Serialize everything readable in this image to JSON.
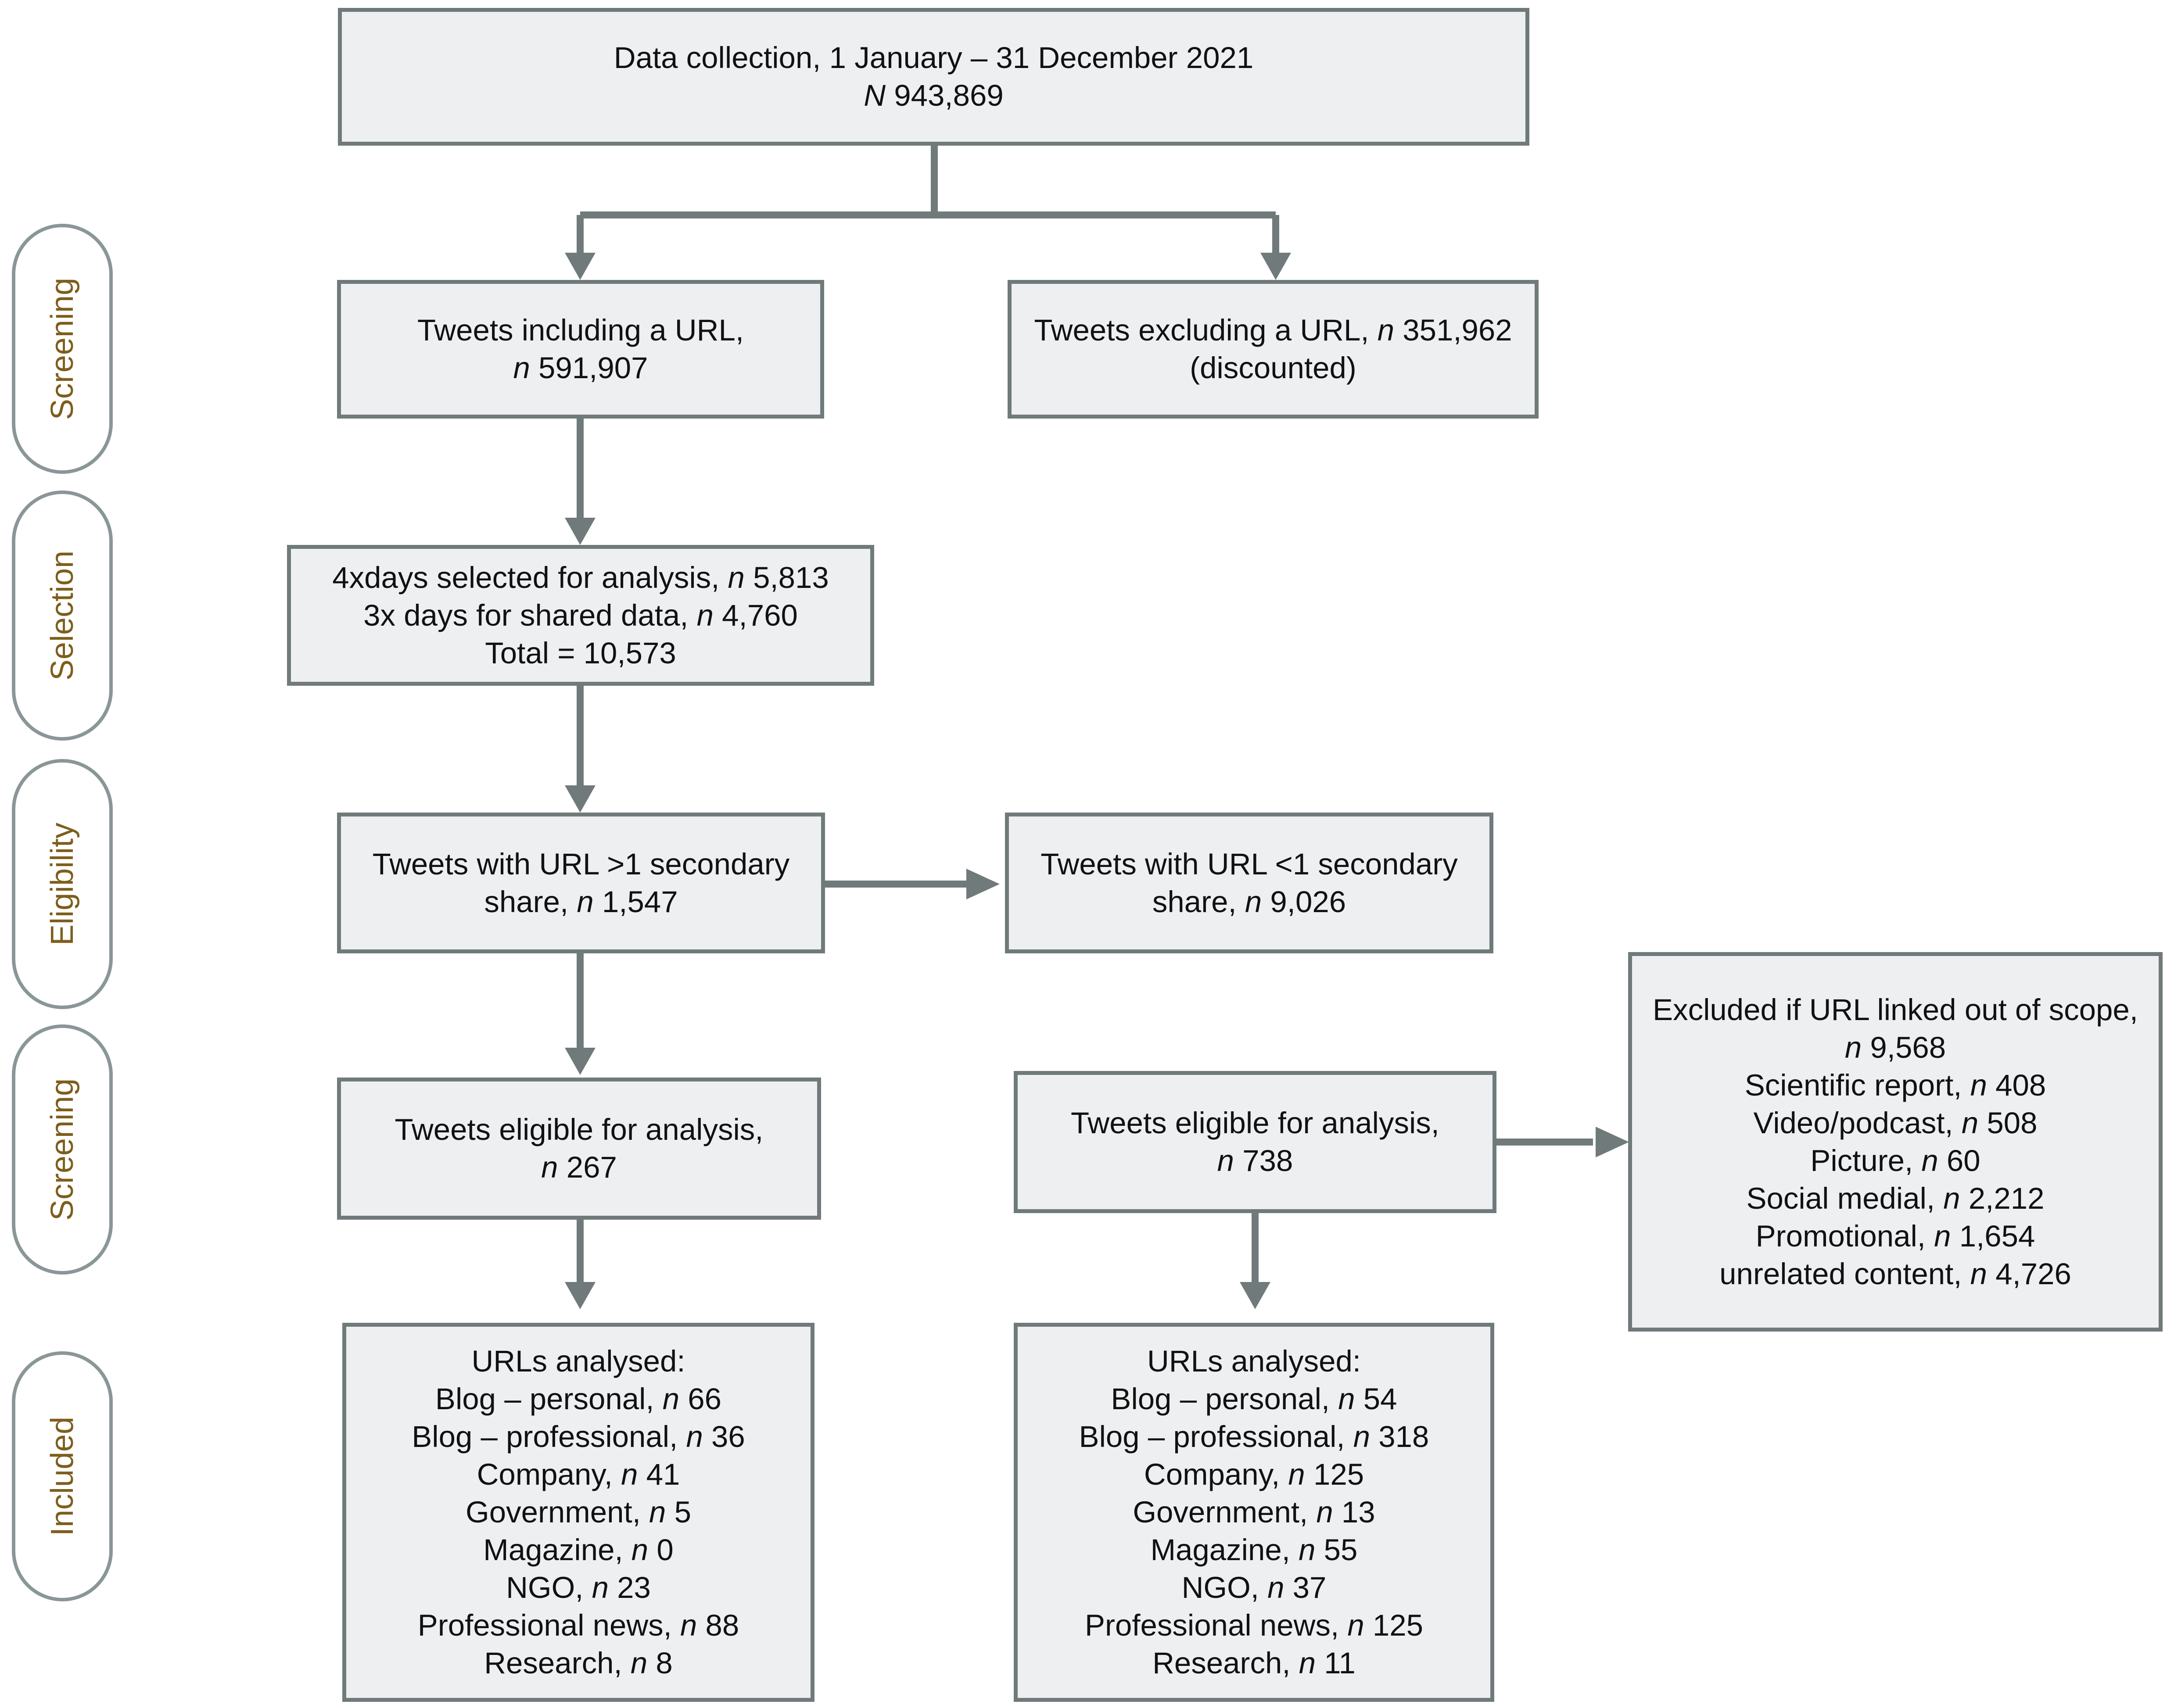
{
  "stages": {
    "screening1": "Screening",
    "selection": "Selection",
    "eligibility": "Eligibility",
    "screening2": "Screening",
    "included": "Included"
  },
  "collection": {
    "line1": "Data collection, 1 January – 31 December 2021",
    "n_symbol": "N",
    "n_value": " 943,869"
  },
  "with_url": {
    "line1": "Tweets including a URL,",
    "n_symbol": "n",
    "n_value": " 591,907"
  },
  "without_url": {
    "line1_text": "Tweets excluding a URL, ",
    "n_symbol": "n",
    "n_value": " 351,962",
    "line2": "(discounted)"
  },
  "selection_box": {
    "line1_text": "4xdays selected for analysis, ",
    "line1_n": "n",
    "line1_value": " 5,813",
    "line2_text": "3x days for shared data, ",
    "line2_n": "n",
    "line2_value": " 4,760",
    "line3": "Total = 10,573"
  },
  "secondary_more": {
    "line1": "Tweets with URL >1 secondary",
    "line2_text": "share, ",
    "n_symbol": "n",
    "n_value": " 1,547"
  },
  "secondary_less": {
    "line1": "Tweets with URL <1 secondary",
    "line2_text": "share, ",
    "n_symbol": "n",
    "n_value": " 9,026"
  },
  "eligible_left": {
    "line1": "Tweets eligible for analysis,",
    "n_symbol": "n",
    "n_value": " 267"
  },
  "eligible_right": {
    "line1": "Tweets eligible for analysis,",
    "n_symbol": "n",
    "n_value": " 738"
  },
  "excluded": {
    "line1": "Excluded if URL linked out of scope,",
    "n_symbol": "n",
    "n_value": " 9,568",
    "items": [
      {
        "label": "Scientific report, ",
        "n": "n",
        "value": " 408"
      },
      {
        "label": "Video/podcast, ",
        "n": "n",
        "value": " 508"
      },
      {
        "label": "Picture, ",
        "n": "n",
        "value": " 60"
      },
      {
        "label": "Social medial, ",
        "n": "n",
        "value": " 2,212"
      },
      {
        "label": "Promotional, ",
        "n": "n",
        "value": " 1,654"
      },
      {
        "label": "unrelated content, ",
        "n": "n",
        "value": " 4,726"
      }
    ]
  },
  "analysed_left": {
    "title": "URLs analysed:",
    "items": [
      {
        "label": "Blog – personal, ",
        "n": "n",
        "value": " 66"
      },
      {
        "label": "Blog – professional, ",
        "n": "n",
        "value": " 36"
      },
      {
        "label": "Company, ",
        "n": "n",
        "value": " 41"
      },
      {
        "label": "Government, ",
        "n": "n",
        "value": " 5"
      },
      {
        "label": "Magazine, ",
        "n": "n",
        "value": " 0"
      },
      {
        "label": "NGO, ",
        "n": "n",
        "value": " 23"
      },
      {
        "label": "Professional news, ",
        "n": "n",
        "value": " 88"
      },
      {
        "label": "Research, ",
        "n": "n",
        "value": " 8"
      }
    ]
  },
  "analysed_right": {
    "title": "URLs analysed:",
    "items": [
      {
        "label": "Blog – personal, ",
        "n": "n",
        "value": " 54"
      },
      {
        "label": "Blog – professional, ",
        "n": "n",
        "value": " 318"
      },
      {
        "label": "Company, ",
        "n": "n",
        "value": " 125"
      },
      {
        "label": "Government, ",
        "n": "n",
        "value": " 13"
      },
      {
        "label": "Magazine, ",
        "n": "n",
        "value": " 55"
      },
      {
        "label": "NGO, ",
        "n": "n",
        "value": " 37"
      },
      {
        "label": "Professional news, ",
        "n": "n",
        "value": " 125"
      },
      {
        "label": "Research, ",
        "n": "n",
        "value": " 11"
      }
    ]
  }
}
